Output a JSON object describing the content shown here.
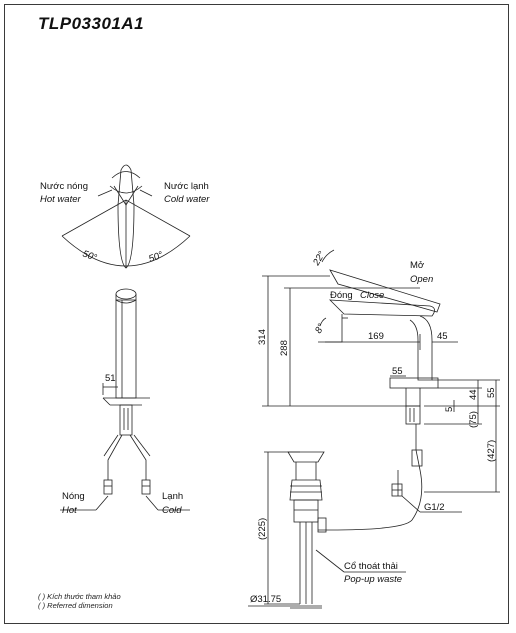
{
  "model_code": "TLP03301A1",
  "top_view": {
    "hot_vi": "Nước nóng",
    "hot_en": "Hot water",
    "cold_vi": "Nước lạnh",
    "cold_en": "Cold water",
    "angle_left": "50°",
    "angle_right": "50°"
  },
  "front_view": {
    "dim_51": "51",
    "hot_vi": "Nóng",
    "hot_en": "Hot",
    "cold_vi": "Lạnh",
    "cold_en": "Cold"
  },
  "side_view": {
    "angle_22": "22°",
    "angle_8": "8°",
    "open_vi": "Mở",
    "open_en": "Open",
    "close_vi": "Đóng",
    "close_en": "Close",
    "dim_314": "314",
    "dim_288": "288",
    "dim_169": "169",
    "dim_45": "45",
    "dim_55_left": "55",
    "dim_5": "5",
    "dim_44": "44",
    "dim_55_right": "55",
    "dim_75": "(75)",
    "dim_427": "(427)",
    "thread": "G1/2"
  },
  "waste": {
    "dim_225": "(225)",
    "diameter": "Ø31.75",
    "label_vi": "Cổ thoát thải",
    "label_en": "Pop-up waste"
  },
  "notes": {
    "line1": "( ) Kích thước tham khảo",
    "line2": "( ) Referred dimension"
  }
}
